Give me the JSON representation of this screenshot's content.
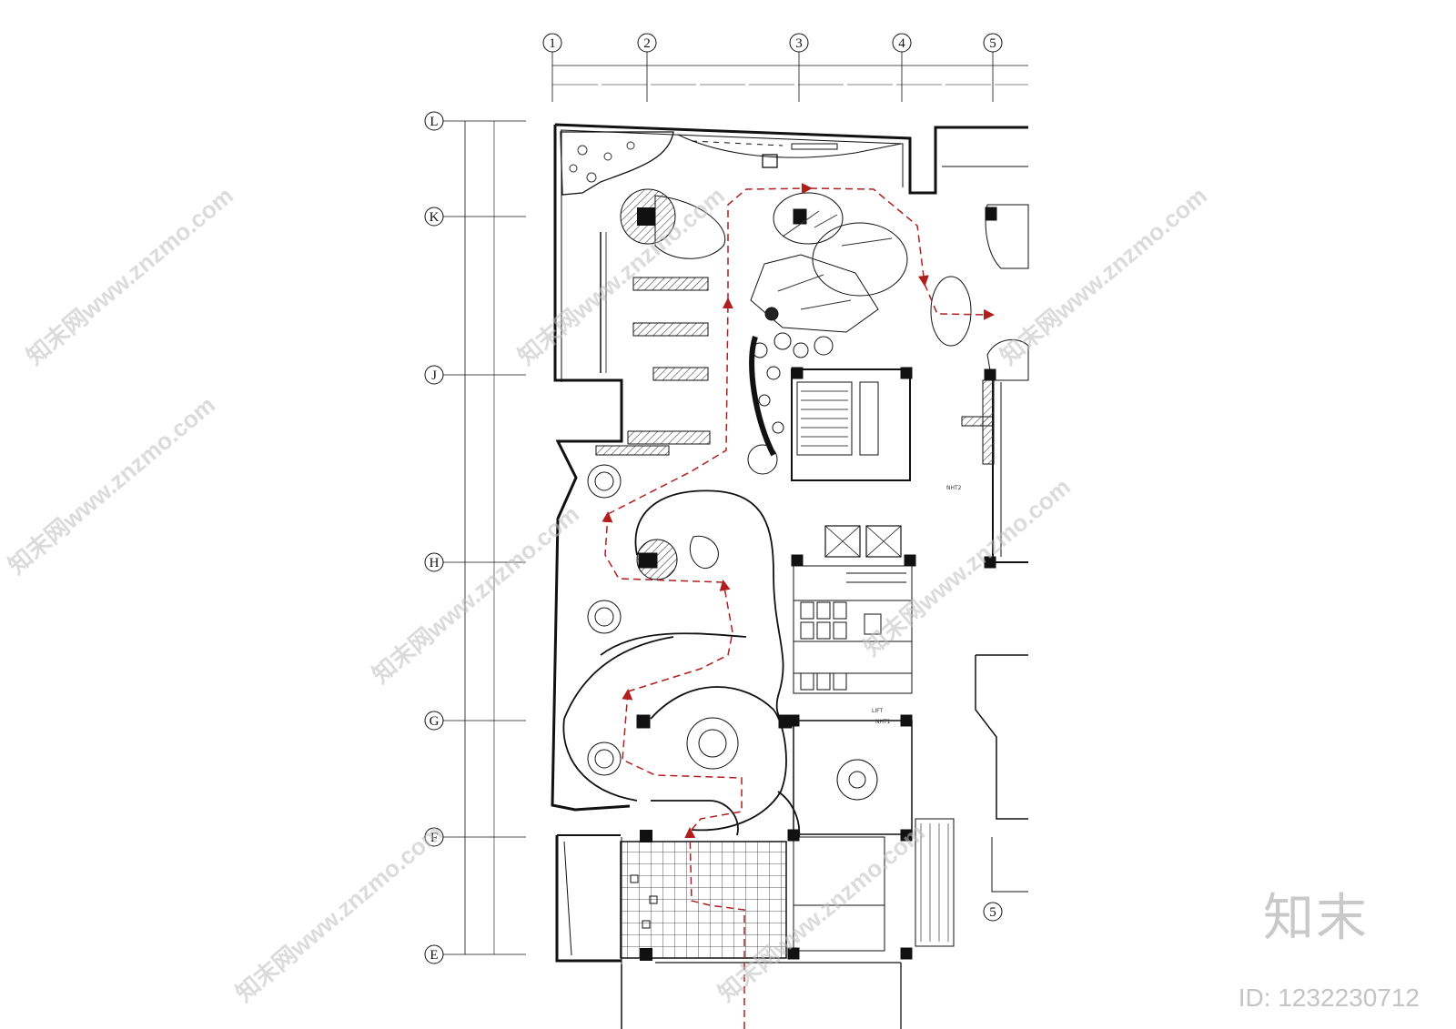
{
  "grid": {
    "columns": [
      "1",
      "2",
      "3",
      "4",
      "5"
    ],
    "rows": [
      "L",
      "K",
      "J",
      "H",
      "G",
      "F",
      "E"
    ],
    "column_5_repeat": "5"
  },
  "rooms": {
    "lift": "LIFT",
    "nav_1": "NHT1",
    "nav_2": "NHT2"
  },
  "watermark": {
    "text": "知末网www.znzmo.com",
    "brand": "知末",
    "id_text": "ID: 1232230712"
  },
  "colors": {
    "line": "#1a1a1a",
    "flow_path": "#b01e1e",
    "hatch": "#555555",
    "watermark": "#c4c4c4"
  }
}
